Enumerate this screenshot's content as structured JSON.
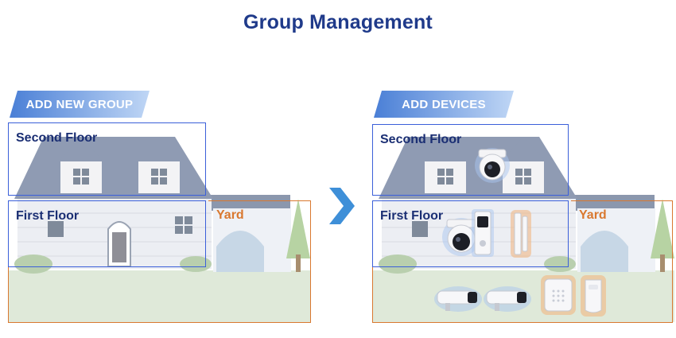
{
  "title": "Group Management",
  "left_panel": {
    "tag": "ADD NEW GROUP",
    "zones": {
      "second_floor": "Second Floor",
      "first_floor": "First Floor",
      "yard": "Yard"
    }
  },
  "right_panel": {
    "tag": "ADD DEVICES",
    "zones": {
      "second_floor": "Second Floor",
      "first_floor": "First Floor",
      "yard": "Yard"
    }
  },
  "colors": {
    "title": "#1f3a8a",
    "floor_border": "#3b5fd9",
    "yard_border": "#d9782f",
    "yard_label": "#d9782f",
    "floor_label": "#1a2e73",
    "tag_gradient_start": "#4a7fd6",
    "tag_gradient_end": "#bfd6f5",
    "arrow": "#3e8fd8"
  },
  "icons": [
    "house-illustration",
    "dome-camera-icon",
    "doorbell-icon",
    "door-sensor-icon",
    "bullet-camera-icon",
    "alarm-hub-icon",
    "pir-sensor-icon",
    "next-arrow-icon"
  ]
}
